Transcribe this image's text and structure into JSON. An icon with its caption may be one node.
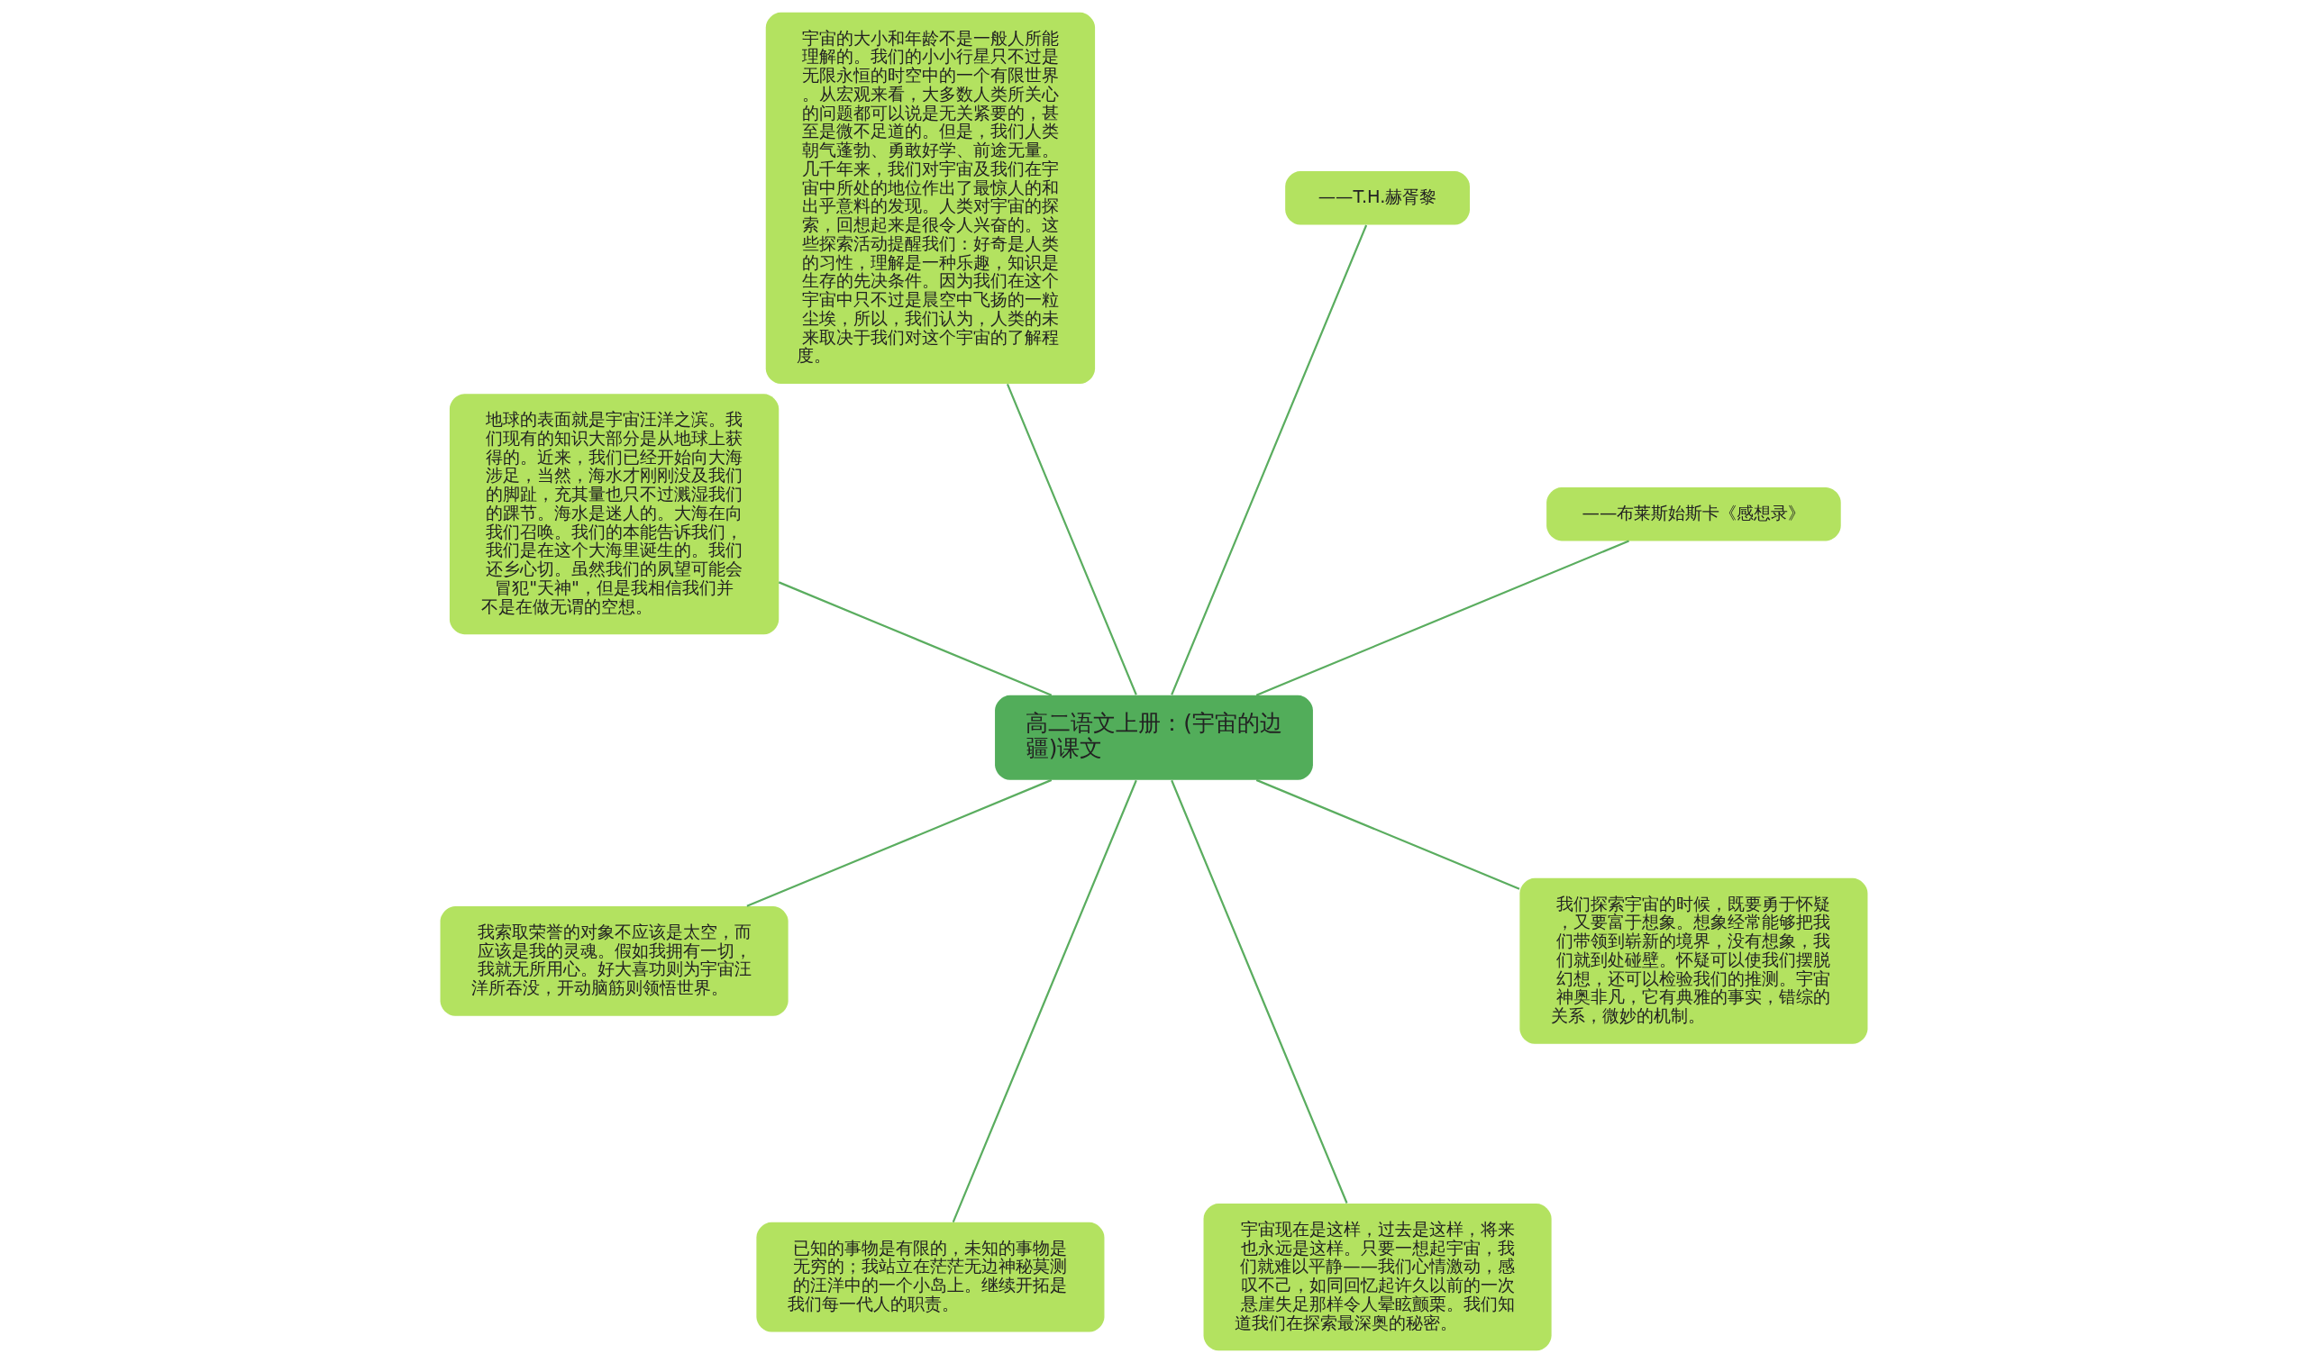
{
  "diagram": {
    "nodes": [
      {
        "text": [
          "高二语文上册：(宇宙的边疆)课文"
        ]
      },
      {
        "text": [
          "——布莱斯始斯卡《感想录》"
        ]
      },
      {
        "text": [
          "——T.H.赫胥黎"
        ]
      },
      {
        "text": [
          "宇宙的大小和年龄不是一般人所能理解的。我们的小小行星只不过是无限永恒的时空中的一个有限世界。从宏观来看，大多数人类所关心的问题都可以说是无关紧要的，甚至是微不足道的。但是，我们人类朝气蓬勃、勇敢好学、前途无量。几千年来，我们对宇宙及我们在宇宙中所处的地位作出了最惊人的和出乎意料的发现。人类对宇宙的探索，回想起来是很令人兴奋的。这些探索活动提醒我们：好奇是人类的习性，理解是一种乐趣，知识是生存的先决条件。因为我们在这个宇宙中只不过是晨空中飞扬的一粒尘埃，所以，我们认为，人类的未来取决于我们对这个宇宙的了解程度。"
        ]
      },
      {
        "text": [
          "地球的表面就是宇宙汪洋之滨。我们现有的知识大部分是从地球上获得的。近来，我们已经开始向大海涉足，当然，海水才刚刚没及我们的脚趾，充其量也只不过溅湿我们的踝节。海水是迷人的。大海在向我们召唤。我们的本能告诉我们，我们是在这个大海里诞生的。我们还乡心切。虽然我们的夙望可能会冒犯\"天神\"，但是我相信我们并不是在做无谓的空想。"
        ]
      },
      {
        "text": [
          "我索取荣誉的对象不应该是太空，而应该是我的灵魂。假如我拥有一切，我就无所用心。好大喜功则为宇宙汪洋所吞没，开动脑筋则领悟世界。"
        ]
      },
      {
        "text": [
          "已知的事物是有限的，未知的事物是无穷的；我站立在茫茫无边神秘莫测的汪洋中的一个小岛上。继续开拓是我们每一代人的职责。"
        ]
      },
      {
        "text": [
          "宇宙现在是这样，过去是这样，将来也永远是这样。只要一想起宇宙，我们就难以平静——我们心情激动，感叹不己，如同回忆起许久以前的一次悬崖失足那样令人晕眩颤栗。我们知道我们在探索最深奥的秘密。"
        ]
      },
      {
        "text": [
          "我们探索宇宙的时候，既要勇于怀疑，又要富于想象。想象经常能够把我们带领到崭新的境界，没有想象，我们就到处碰壁。怀疑可以使我们摆脱幻想，还可以检验我们的推测。宇宙神奥非凡，它有典雅的事实，错综的关系，微妙的机制。"
        ]
      }
    ],
    "edges": [
      {
        "from": 0,
        "to": 1,
        "arrow": "none"
      },
      {
        "from": 0,
        "to": 2,
        "arrow": "none"
      },
      {
        "from": 0,
        "to": 3,
        "arrow": "none"
      },
      {
        "from": 0,
        "to": 4,
        "arrow": "none"
      },
      {
        "from": 0,
        "to": 5,
        "arrow": "none"
      },
      {
        "from": 0,
        "to": 6,
        "arrow": "none"
      },
      {
        "from": 0,
        "to": 7,
        "arrow": "none"
      },
      {
        "from": 0,
        "to": 8,
        "arrow": "none"
      }
    ]
  }
}
